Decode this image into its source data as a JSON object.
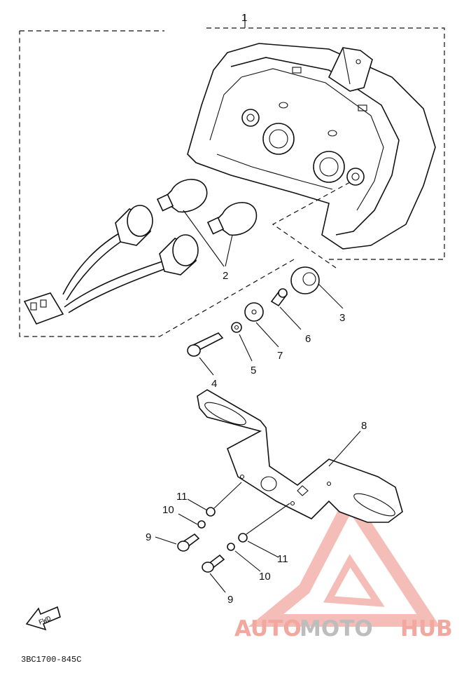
{
  "diagram": {
    "callouts": [
      {
        "id": "c1",
        "text": "1"
      },
      {
        "id": "c2",
        "text": "2"
      },
      {
        "id": "c3",
        "text": "3"
      },
      {
        "id": "c4",
        "text": "4"
      },
      {
        "id": "c5",
        "text": "5"
      },
      {
        "id": "c6",
        "text": "6"
      },
      {
        "id": "c7",
        "text": "7"
      },
      {
        "id": "c8",
        "text": "8"
      },
      {
        "id": "c9a",
        "text": "9"
      },
      {
        "id": "c9b",
        "text": "9"
      },
      {
        "id": "c10a",
        "text": "10"
      },
      {
        "id": "c10b",
        "text": "10"
      },
      {
        "id": "c11a",
        "text": "11"
      },
      {
        "id": "c11b",
        "text": "11"
      }
    ],
    "fwd_label": "FWD",
    "drawing_code": "3BC1700-845C"
  },
  "watermark": {
    "part1": "AUTO",
    "part2": "MOTO",
    "part3": "HUB",
    "color_red": "#f2a79f",
    "color_gray": "#bdbdbd"
  }
}
